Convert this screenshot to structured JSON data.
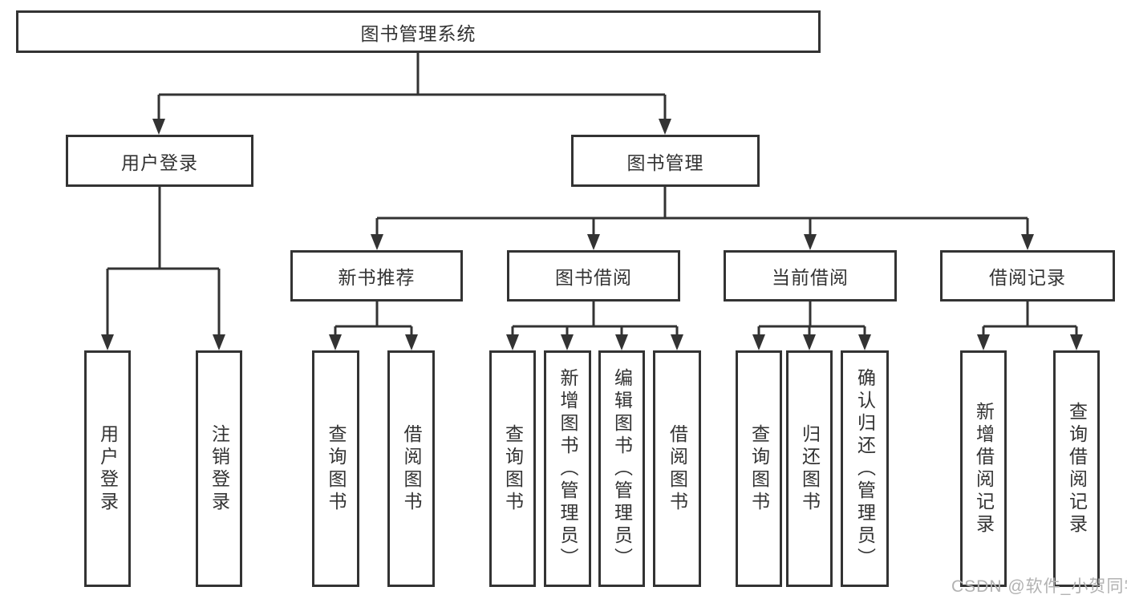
{
  "diagram": {
    "root": "图书管理系统",
    "branches": {
      "user_login": "用户登录",
      "book_management": "图书管理"
    },
    "categories": {
      "new_books": "新书推荐",
      "book_borrowing": "图书借阅",
      "current_borrowing": "当前借阅",
      "borrowing_records": "借阅记录"
    },
    "leaves": {
      "user_login": [
        "用户登录",
        "注销登录"
      ],
      "new_books": [
        "查询图书",
        "借阅图书"
      ],
      "book_borrowing": [
        "查询图书",
        "新增图书（管理员）",
        "编辑图书（管理员）",
        "借阅图书"
      ],
      "current_borrowing": [
        "查询图书",
        "归还图书",
        "确认归还（管理员）"
      ],
      "borrowing_records": [
        "新增借阅记录",
        "查询借阅记录"
      ]
    }
  },
  "watermark": "CSDN @软件_小贺同学",
  "colors": {
    "line": "#333333",
    "text": "#333333",
    "box_background": "#ffffff",
    "watermark": "#b2b2b2"
  }
}
